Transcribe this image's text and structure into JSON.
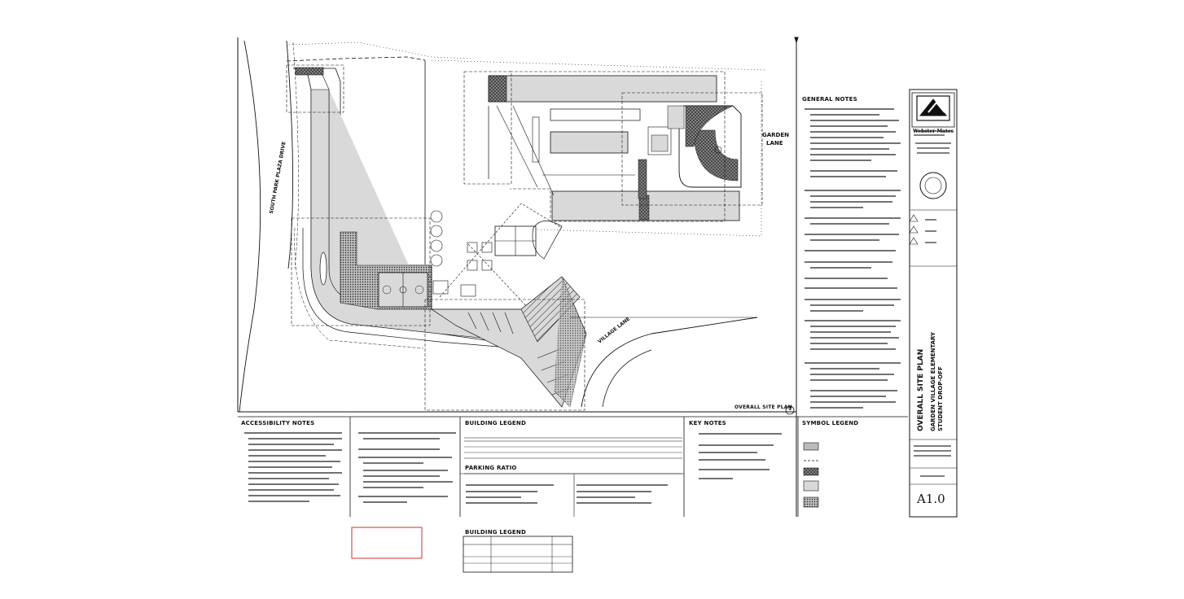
{
  "sheet": {
    "title": "OVERALL SITE PLAN",
    "project_name": "GARDEN VILLAGE ELEMENTARY",
    "project_sub": "STUDENT DROP-OFF",
    "sheet_number": "A1.0",
    "firm_name": "Webster Mates",
    "detail_title": "OVERALL SITE PLAN",
    "detail_number": "1"
  },
  "plan_labels": {
    "street_left": "SOUTH PARK PLAZA DRIVE",
    "street_bottom": "VILLAGE LANE",
    "garden_lane_line1": "GARDEN",
    "garden_lane_line2": "LANE"
  },
  "sections": {
    "general_notes": "GENERAL NOTES",
    "accessibility_notes": "ACCESSIBILITY NOTES",
    "building_legend": "BUILDING LEGEND",
    "parking_ratio": "PARKING RATIO",
    "key_notes": "KEY NOTES",
    "symbol_legend": "SYMBOL LEGEND",
    "building_legend_2": "BUILDING LEGEND"
  },
  "colors": {
    "line": "#111111",
    "fill_gray": "#d9d9d9",
    "accent_red": "#c0392b"
  }
}
